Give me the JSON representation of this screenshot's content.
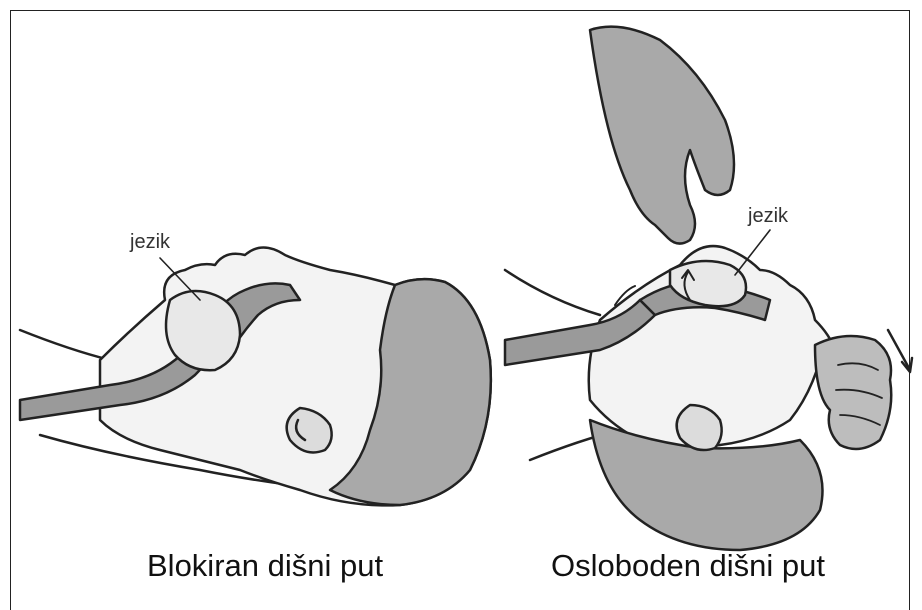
{
  "panels": [
    {
      "caption": "Blokiran dišni put",
      "label": "jezik"
    },
    {
      "caption": "Osloboden dišni put",
      "label": "jezik"
    }
  ]
}
